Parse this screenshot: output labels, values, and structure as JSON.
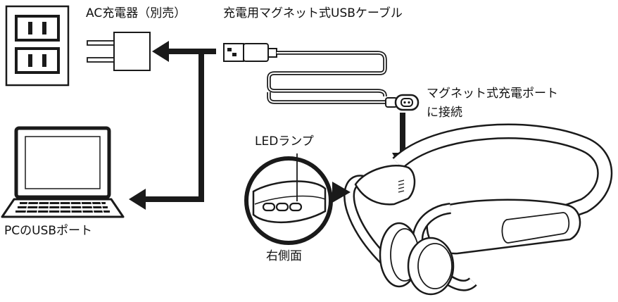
{
  "labels": {
    "ac_charger": "AC充電器（別売）",
    "usb_cable": "充電用マグネット式USBケーブル",
    "magnet_port_line1": "マグネット式充電ポート",
    "magnet_port_line2": "に接続",
    "led_lamp": "LEDランプ",
    "right_side": "右側面",
    "pc_usb_port": "PCのUSBポート"
  },
  "colors": {
    "line": "#1a1a1a",
    "fill": "#ffffff",
    "screen_fill": "#ffffff"
  }
}
